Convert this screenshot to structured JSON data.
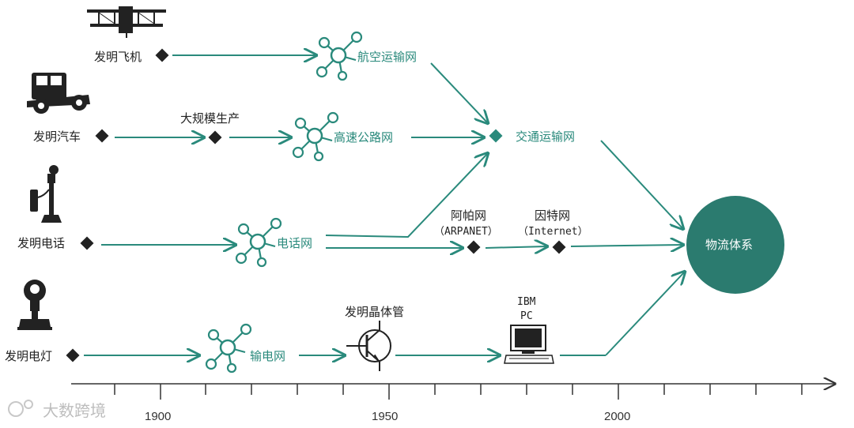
{
  "colors": {
    "teal": "#2a8a7c",
    "dark": "#222222",
    "hub": "#2b7b6f"
  },
  "rows": {
    "airplane": {
      "invention": "发明飞机",
      "network": "航空运输网"
    },
    "car": {
      "invention": "发明汽车",
      "step": "大规模生产",
      "network": "高速公路网"
    },
    "phone": {
      "invention": "发明电话",
      "network": "电话网"
    },
    "lamp": {
      "invention": "发明电灯",
      "network": "输电网"
    }
  },
  "transport": "交通运输网",
  "arpanet": {
    "name": "阿帕网",
    "sub": "（ARPANET）"
  },
  "internet": {
    "name": "因特网",
    "sub": "（Internet）"
  },
  "transistor": "发明晶体管",
  "ibmpc": {
    "line1": "IBM",
    "line2": "PC"
  },
  "hub": "物流体系",
  "axis": {
    "labels": [
      "1900",
      "1950",
      "2000"
    ]
  },
  "watermark": "大数跨境",
  "icons": [
    "airplane-icon",
    "car-icon",
    "telephone-icon",
    "light-bulb-icon",
    "network-node-icon",
    "transistor-icon",
    "computer-icon"
  ]
}
